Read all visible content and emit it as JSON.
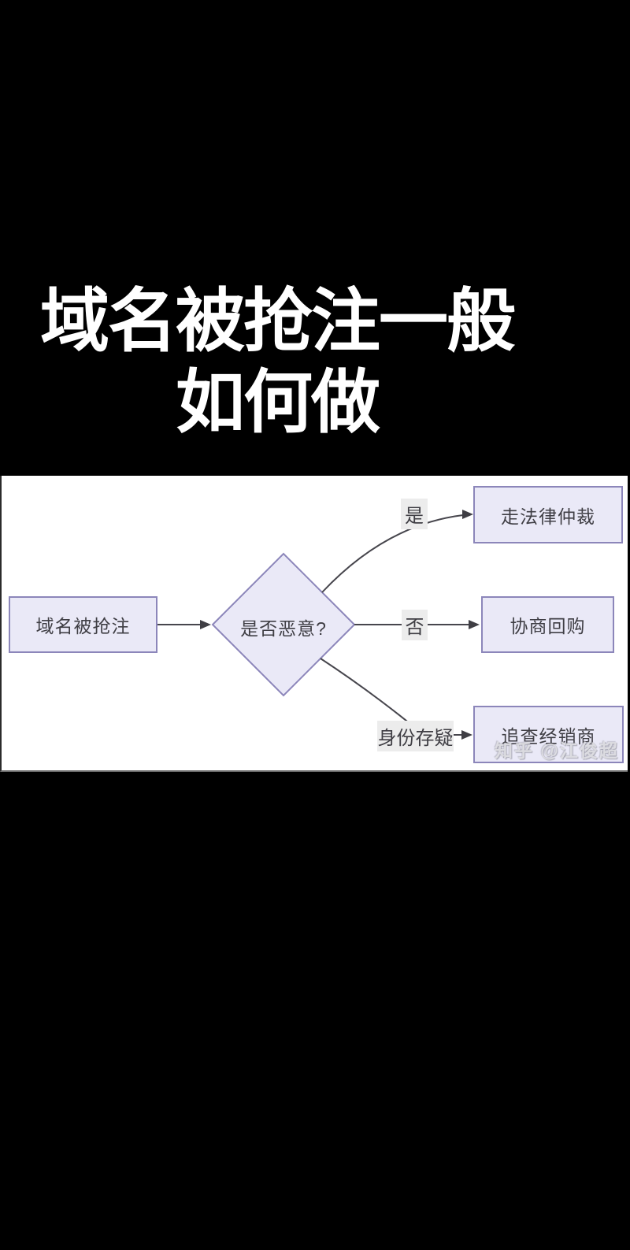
{
  "title": {
    "line1": "域名被抢注一般",
    "line2": "如何做"
  },
  "flowchart": {
    "nodes": {
      "start": {
        "label": "域名被抢注"
      },
      "decision": {
        "label": "是否恶意?"
      },
      "yes_outcome": {
        "label": "走法律仲裁"
      },
      "no_outcome": {
        "label": "协商回购"
      },
      "doubt_outcome": {
        "label": "追查经销商"
      }
    },
    "edges": [
      {
        "from": "start",
        "to": "decision",
        "label": ""
      },
      {
        "from": "decision",
        "to": "yes_outcome",
        "label": "是"
      },
      {
        "from": "decision",
        "to": "no_outcome",
        "label": "否"
      },
      {
        "from": "decision",
        "to": "doubt_outcome",
        "label": "身份存疑"
      }
    ],
    "colors": {
      "panel_bg": "#ffffff",
      "node_fill": "#eae9f7",
      "node_border": "#8c86ba",
      "line": "#47464d",
      "text": "#3f3e44",
      "edge_label_bg": "#ececec",
      "title_text": "#ffffff",
      "page_bg": "#000000"
    }
  },
  "watermark": {
    "text": "知乎 @江俊超"
  }
}
